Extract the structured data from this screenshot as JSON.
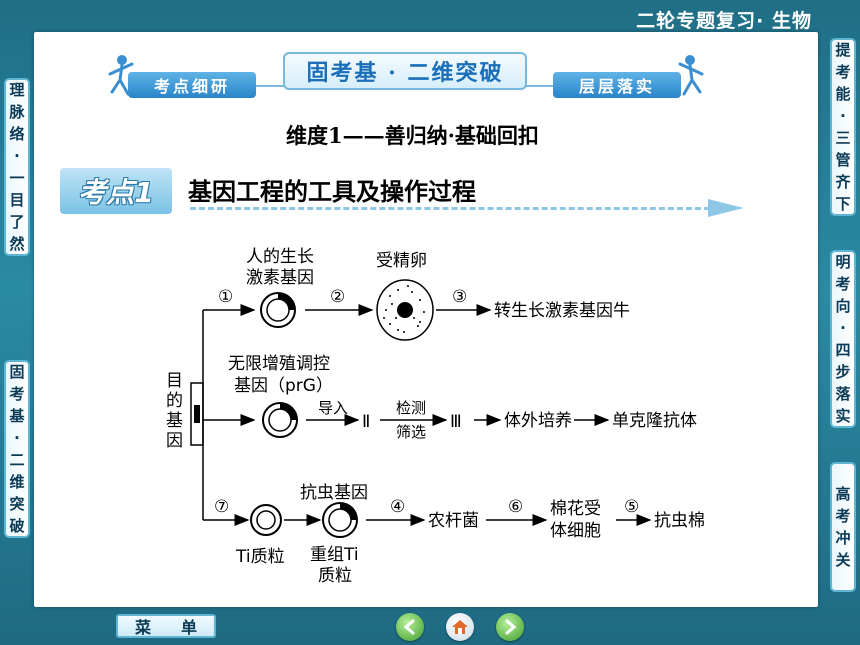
{
  "header": {
    "title": "二轮专题复习· 生物"
  },
  "left_tabs": [
    {
      "label": "理脉络·一目了然",
      "chars": [
        "理",
        "脉",
        "络",
        "·",
        "一",
        "目",
        "了",
        "然"
      ]
    },
    {
      "label": "固考基·二维突破",
      "chars": [
        "固",
        "考",
        "基",
        "·",
        "二",
        "维",
        "突",
        "破"
      ]
    }
  ],
  "right_tabs": [
    {
      "label": "提考能·三管齐下",
      "chars": [
        "提",
        "考",
        "能",
        "·",
        "三",
        "管",
        "齐",
        "下"
      ]
    },
    {
      "label": "明考向·四步落实",
      "chars": [
        "明",
        "考",
        "向",
        "·",
        "四",
        "步",
        "落",
        "实"
      ]
    },
    {
      "label": "高考冲关",
      "chars": [
        "高",
        "考",
        "冲",
        "关"
      ]
    }
  ],
  "banner": {
    "main": "固考基 · 二维突破",
    "left": "考点细研",
    "right": "层层落实"
  },
  "dimension_title": "维度1——善归纳·基础回扣",
  "kp": {
    "badge": "考点1",
    "title": "基因工程的工具及操作过程"
  },
  "diagram": {
    "source_label": [
      "目",
      "的",
      "基",
      "因"
    ],
    "branch1": {
      "step1": "①",
      "gene_label_1": "人的生长",
      "gene_label_2": "激素基因",
      "step2": "②",
      "egg_label": "受精卵",
      "step3": "③",
      "result": "转生长激素基因牛"
    },
    "branch2": {
      "gene_label_1": "无限增殖调控",
      "gene_label_2": "基因（prG）",
      "import_label": "导入",
      "stage2": "Ⅱ",
      "detect_label": "检测",
      "screen_label": "筛选",
      "stage3": "Ⅲ",
      "culture": "体外培养",
      "result": "单克隆抗体"
    },
    "branch3": {
      "step7": "⑦",
      "plasmid_label": "Ti质粒",
      "gene_label": "抗虫基因",
      "recomb_label_1": "重组Ti",
      "recomb_label_2": "质粒",
      "step4": "④",
      "agro": "农杆菌",
      "step6": "⑥",
      "cell_label_1": "棉花受",
      "cell_label_2": "体细胞",
      "step5": "⑤",
      "result": "抗虫棉"
    }
  },
  "bottom": {
    "menu_chars": [
      "菜",
      "单"
    ]
  },
  "colors": {
    "background": "#2b8aa4",
    "accent": "#5fb6d3",
    "banner_blue": "#1b6fb8"
  }
}
